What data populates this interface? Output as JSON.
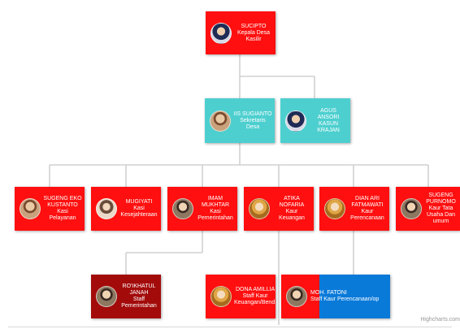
{
  "colors": {
    "red": "#ff0f0f",
    "teal": "#4ecfcf",
    "darkred": "#a30b0b",
    "blue": "#0a7ad9",
    "link": "#d0d0d0"
  },
  "nodes": [
    {
      "id": "kepala",
      "name": "SUCIPTO",
      "title": "Kepala Desa Kasilir",
      "color": "red",
      "avatar": "person-photo-icon"
    },
    {
      "id": "sekdes",
      "name": "IIS SUGIANTO",
      "title": "Sekretaris Desa",
      "color": "teal",
      "avatar": "person-photo-icon"
    },
    {
      "id": "kasun",
      "name": "AGUS ANSORI",
      "title": "KASUN KRAJAN",
      "color": "teal",
      "avatar": "person-photo-icon"
    },
    {
      "id": "pelayanan",
      "name": "SUGENG EKO KUSTANTO",
      "title": "Kasi Pelayanan",
      "color": "red",
      "avatar": "person-photo-icon"
    },
    {
      "id": "kesejahteraan",
      "name": "MUGIYATI",
      "title": "Kasi Kesejahteraan",
      "color": "red",
      "avatar": "person-photo-icon"
    },
    {
      "id": "pemerintahan",
      "name": "IMAM MUKHTAR",
      "title": "Kasi Pemerintahan",
      "color": "red",
      "avatar": "person-photo-icon"
    },
    {
      "id": "keuangan",
      "name": "ATIKA NOFARIA",
      "title": "Kaur Keuangan",
      "color": "red",
      "avatar": "person-photo-icon"
    },
    {
      "id": "perencanaan",
      "name": "DIAN ARI FATMAWATI",
      "title": "Kaur Perencanaan",
      "color": "red",
      "avatar": "person-photo-icon"
    },
    {
      "id": "tatausaha",
      "name": "SUGENG PURNOMO",
      "title": "Kaur Tata Usaha Dan umum",
      "color": "red",
      "avatar": "person-photo-icon"
    },
    {
      "id": "roikhatul",
      "name": "RO'IKHATUL JANAH",
      "title": "Staff Pemerintahan",
      "color": "darkred",
      "avatar": "person-photo-icon"
    },
    {
      "id": "dona",
      "name": "DONA AMILLIA",
      "title": "Staff Kaur Keuangan/Bend.",
      "color": "red",
      "avatar": "person-photo-icon"
    },
    {
      "id": "fatoni",
      "name": "MOH. FATONI",
      "title": "Staff Kaur Perencanaan/op",
      "color": "red",
      "avatar": "person-photo-icon"
    }
  ],
  "credits": "Highcharts.com"
}
